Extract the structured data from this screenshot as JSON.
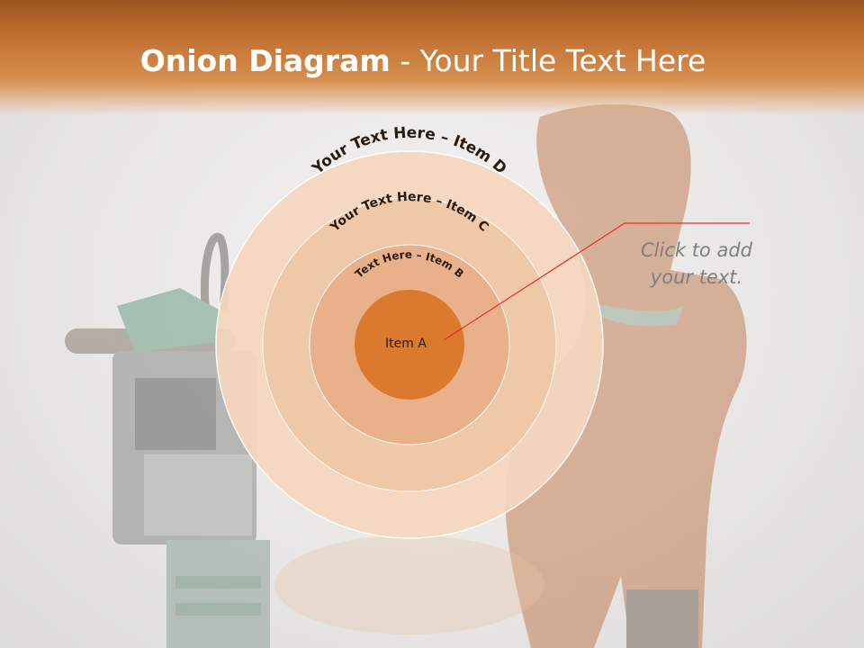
{
  "slide": {
    "title_bold": "Onion Diagram",
    "title_rest": " - Your Title Text Here"
  },
  "onion": {
    "layers": [
      {
        "label": "Your Text Here – Item D",
        "color": "#f5d7bf"
      },
      {
        "label": "Your Text Here – Item C",
        "color": "#efc7a6"
      },
      {
        "label": "Text Here – Item B",
        "color": "#e9b088"
      },
      {
        "label": "Item A",
        "color": "#db7a2e"
      }
    ]
  },
  "callout": {
    "text": "Click  to add your text.",
    "line_color": "#ee2b2b"
  },
  "colors": {
    "header_top": "#9a5420",
    "header_bottom": "#d7904e",
    "title_text": "#ffffff",
    "label_text": "#2b1a0e"
  }
}
